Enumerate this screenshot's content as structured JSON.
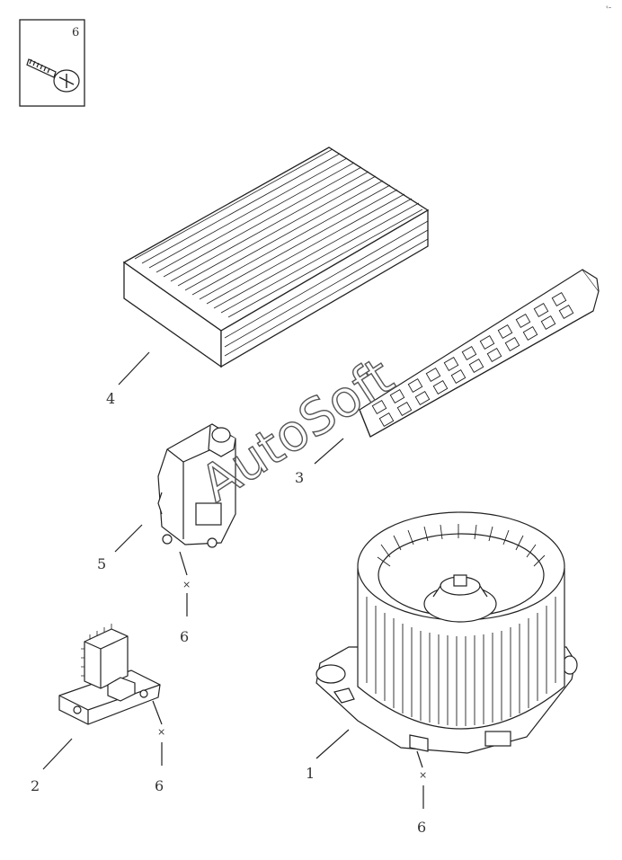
{
  "inset": {
    "callout": "6"
  },
  "callouts": {
    "blower_motor": "1",
    "resistor": "2",
    "filter_frame": "3",
    "cabin_filter": "4",
    "actuator": "5",
    "screw_actuator": "6",
    "screw_resistor": "6",
    "screw_blower": "6"
  },
  "watermark": {
    "text": "AutoSoft"
  }
}
